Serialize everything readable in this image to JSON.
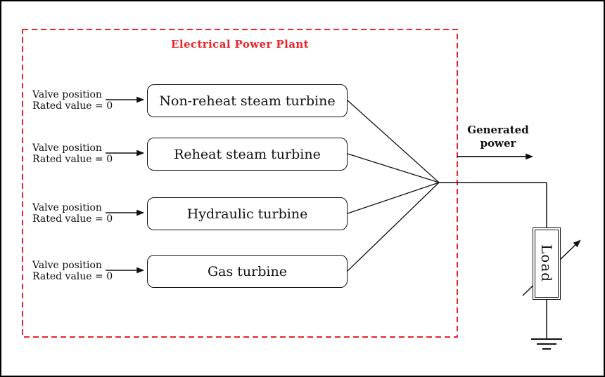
{
  "diagram": {
    "title": "Electrical Power Plant",
    "blocks": [
      {
        "label": "Non-reheat steam turbine",
        "input": {
          "line1": "Valve position",
          "line2": "Rated value = 0"
        }
      },
      {
        "label": "Reheat steam turbine",
        "input": {
          "line1": "Valve position",
          "line2": "Rated value = 0"
        }
      },
      {
        "label": "Hydraulic turbine",
        "input": {
          "line1": "Valve position",
          "line2": "Rated value = 0"
        }
      },
      {
        "label": "Gas turbine",
        "input": {
          "line1": "Valve position",
          "line2": "Rated value = 0"
        }
      }
    ],
    "output": {
      "label_line1": "Generated",
      "label_line2": "power"
    },
    "load": {
      "label": "Load"
    },
    "colors": {
      "accent_red": "#e8242b",
      "line_black": "#111111"
    }
  }
}
